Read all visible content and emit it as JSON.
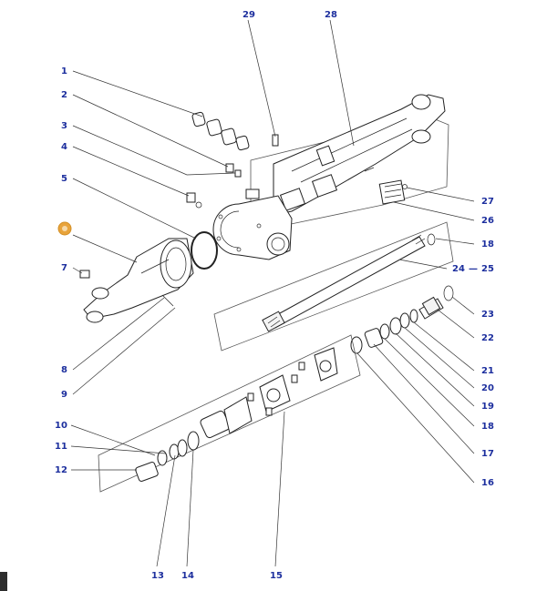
{
  "diagram": {
    "labels": [
      "1",
      "2",
      "3",
      "4",
      "5",
      "7",
      "8",
      "9",
      "10",
      "11",
      "12",
      "13",
      "14",
      "15",
      "16",
      "17",
      "18",
      "18",
      "19",
      "20",
      "21",
      "22",
      "23",
      "24",
      "25",
      "26",
      "27",
      "28",
      "29"
    ],
    "separator": "—",
    "highlight_color": "#e8a33a",
    "label_color": "#1d2f9e"
  }
}
